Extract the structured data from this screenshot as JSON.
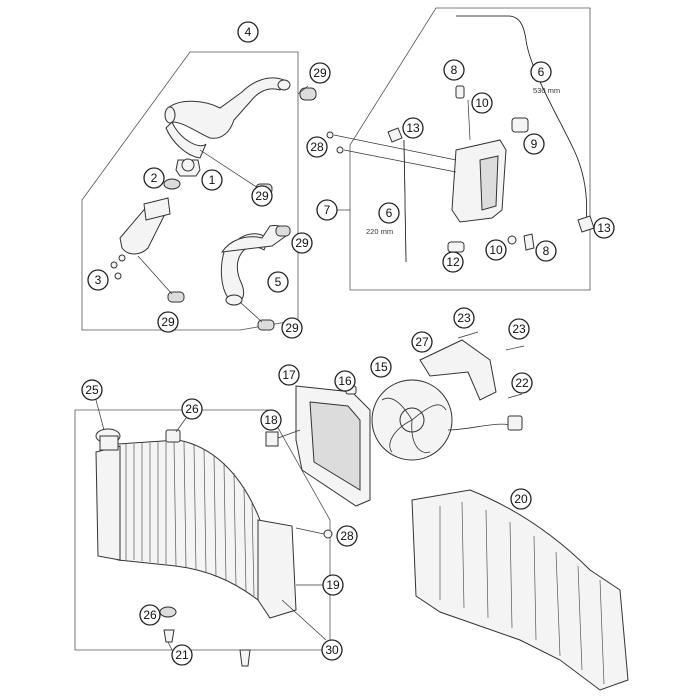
{
  "callouts": [
    {
      "id": "c4",
      "label": "4"
    },
    {
      "id": "c29a",
      "label": "29"
    },
    {
      "id": "c2",
      "label": "2"
    },
    {
      "id": "c1",
      "label": "1"
    },
    {
      "id": "c29b",
      "label": "29"
    },
    {
      "id": "c3",
      "label": "3"
    },
    {
      "id": "c29c",
      "label": "29"
    },
    {
      "id": "c29d",
      "label": "29"
    },
    {
      "id": "c5",
      "label": "5"
    },
    {
      "id": "c29e",
      "label": "29"
    },
    {
      "id": "c8a",
      "label": "8"
    },
    {
      "id": "c10a",
      "label": "10"
    },
    {
      "id": "c6a",
      "label": "6"
    },
    {
      "id": "c13a",
      "label": "13"
    },
    {
      "id": "c9",
      "label": "9"
    },
    {
      "id": "c28a",
      "label": "28"
    },
    {
      "id": "c7",
      "label": "7"
    },
    {
      "id": "c6b",
      "label": "6"
    },
    {
      "id": "c12",
      "label": "12"
    },
    {
      "id": "c10b",
      "label": "10"
    },
    {
      "id": "c8b",
      "label": "8"
    },
    {
      "id": "c13b",
      "label": "13"
    },
    {
      "id": "c23a",
      "label": "23"
    },
    {
      "id": "c23b",
      "label": "23"
    },
    {
      "id": "c27",
      "label": "27"
    },
    {
      "id": "c17",
      "label": "17"
    },
    {
      "id": "c16",
      "label": "16"
    },
    {
      "id": "c15",
      "label": "15"
    },
    {
      "id": "c22",
      "label": "22"
    },
    {
      "id": "c18",
      "label": "18"
    },
    {
      "id": "c25",
      "label": "25"
    },
    {
      "id": "c26a",
      "label": "26"
    },
    {
      "id": "c20",
      "label": "20"
    },
    {
      "id": "c28b",
      "label": "28"
    },
    {
      "id": "c19",
      "label": "19"
    },
    {
      "id": "c26b",
      "label": "26"
    },
    {
      "id": "c21",
      "label": "21"
    },
    {
      "id": "c30",
      "label": "30"
    }
  ],
  "dimensions": {
    "hose_upper_length": "530 mm",
    "hose_lower_length": "220 mm"
  }
}
